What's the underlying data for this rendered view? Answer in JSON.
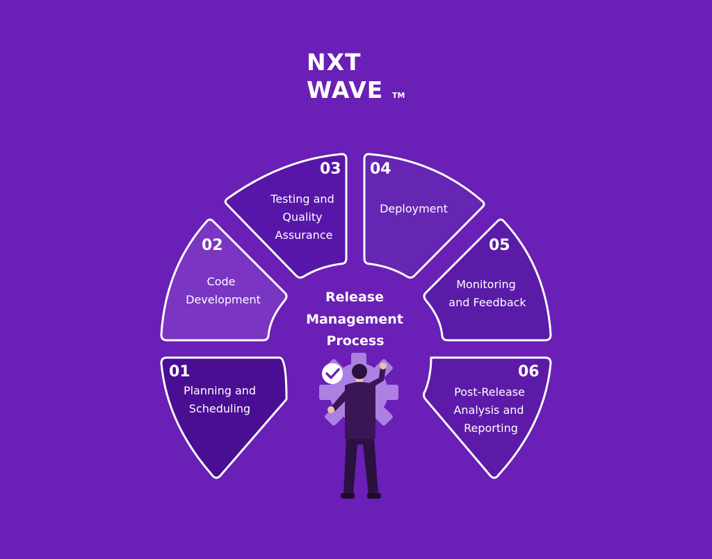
{
  "logo": {
    "line1": "NXT",
    "line2": "WAVE",
    "tm": "TM"
  },
  "center": {
    "line1": "Release",
    "line2": "Management",
    "line3": "Process"
  },
  "steps": [
    {
      "number": "01",
      "lines": [
        "Planning and",
        "Scheduling"
      ],
      "fill": "#4a0e93"
    },
    {
      "number": "02",
      "lines": [
        "Code",
        "Development"
      ],
      "fill": "#7a35c2"
    },
    {
      "number": "03",
      "lines": [
        "Testing and",
        "Quality",
        "Assurance"
      ],
      "fill": "#5716a8"
    },
    {
      "number": "04",
      "lines": [
        "Deployment"
      ],
      "fill": "#6626b4"
    },
    {
      "number": "05",
      "lines": [
        "Monitoring",
        "and Feedback"
      ],
      "fill": "#5a1ba8"
    },
    {
      "number": "06",
      "lines": [
        "Post-Release",
        "Analysis and",
        "Reporting"
      ],
      "fill": "#5d1aa9"
    }
  ],
  "colors": {
    "background": "#6a1fb6",
    "outline": "#ffffff",
    "figure_suit": "#2b1040",
    "figure_skin": "#e9c5a8",
    "gear": "#b48be6",
    "check_badge": "#ffffff",
    "check_mark": "#6a1fb6"
  },
  "icons": {
    "check": "check-circle-icon",
    "figure": "person-illustration",
    "gear": "gear-illustration"
  }
}
